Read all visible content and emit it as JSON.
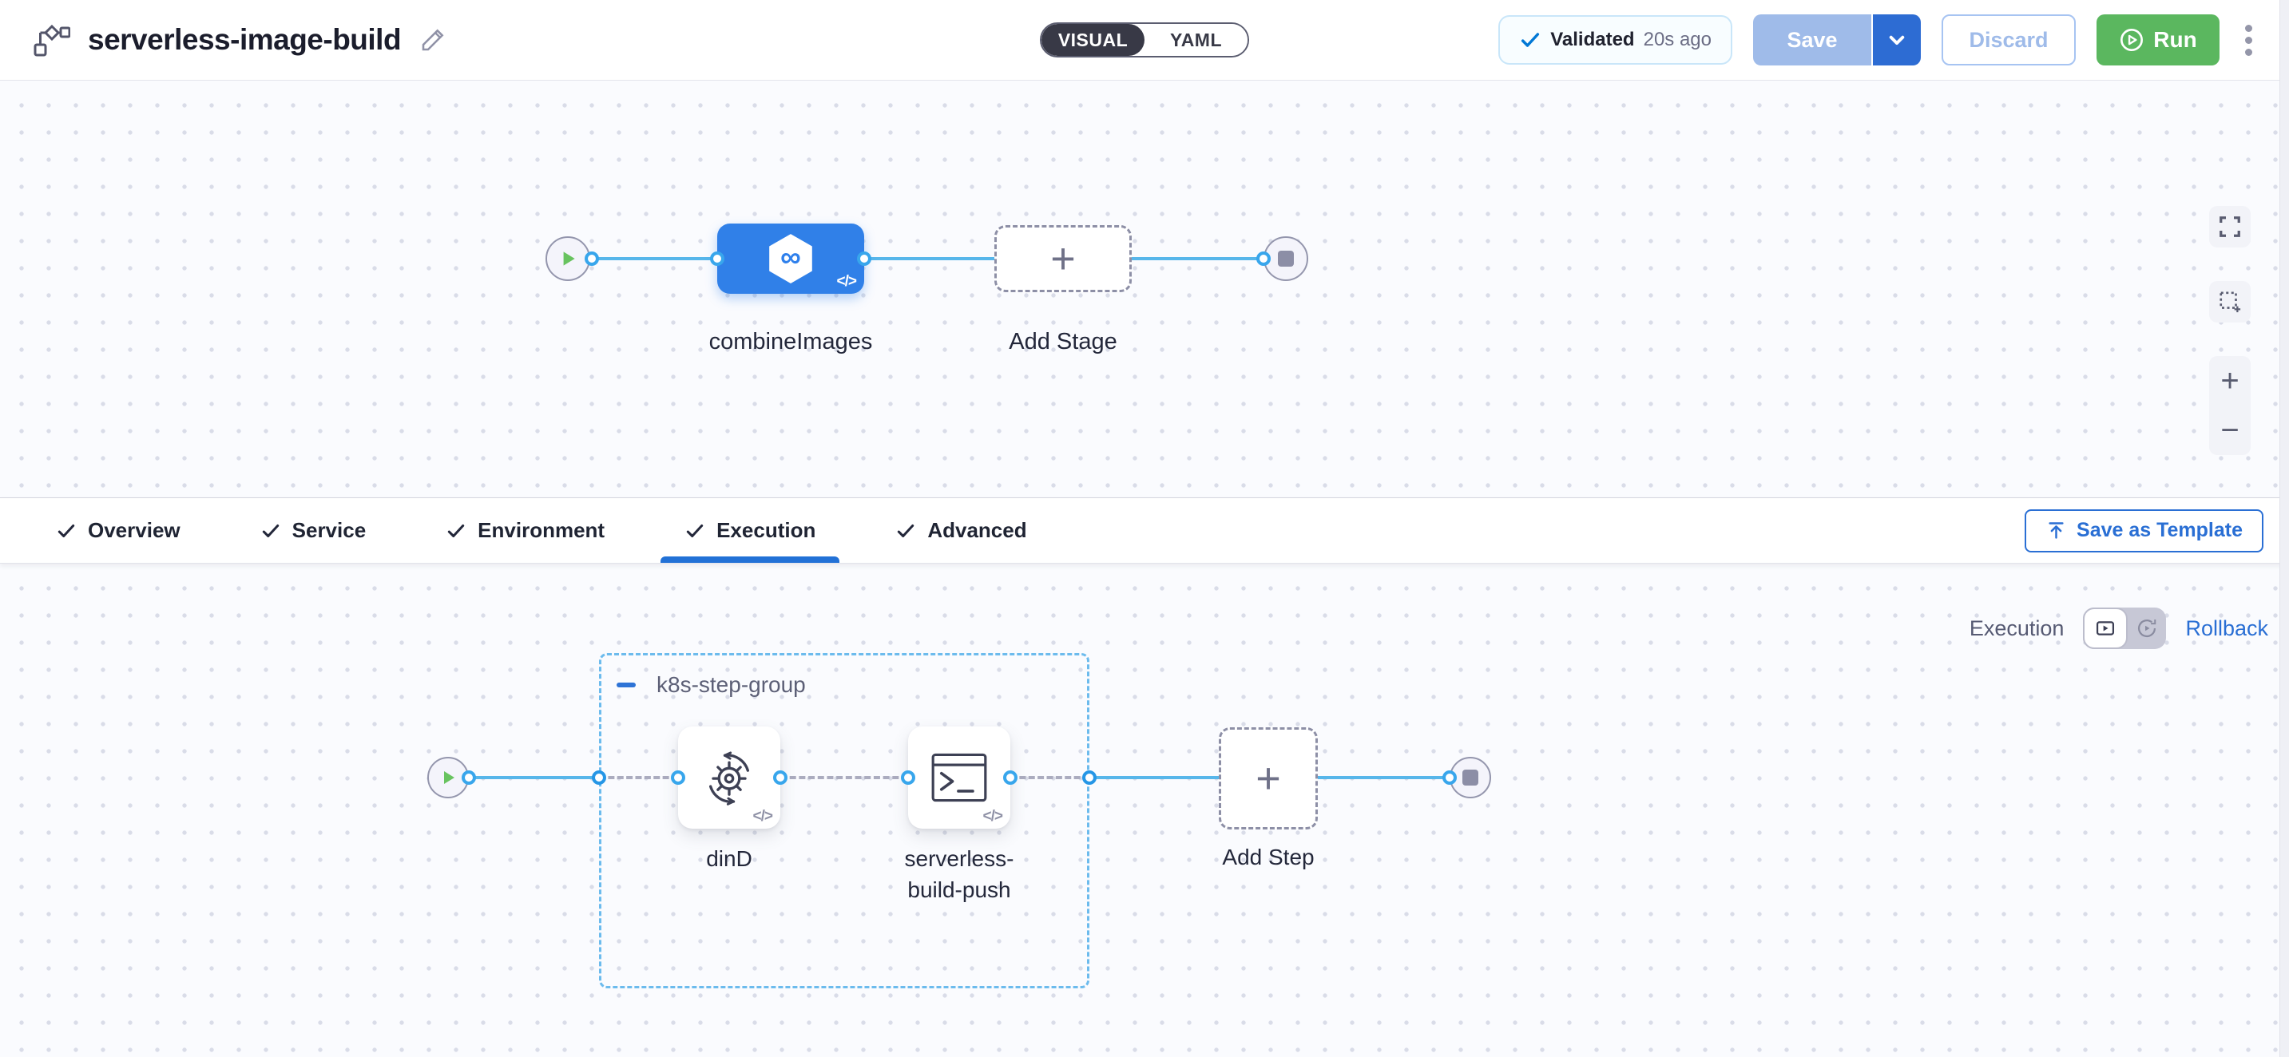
{
  "header": {
    "title": "serverless-image-build",
    "mode": {
      "visual": "VISUAL",
      "yaml": "YAML",
      "selected": "VISUAL"
    },
    "validated": {
      "label": "Validated",
      "time": "20s ago"
    },
    "save": "Save",
    "discard": "Discard",
    "run": "Run"
  },
  "stage_canvas": {
    "stage_label": "combineImages",
    "add_stage_label": "Add Stage"
  },
  "tabs": {
    "items": [
      {
        "label": "Overview"
      },
      {
        "label": "Service"
      },
      {
        "label": "Environment"
      },
      {
        "label": "Execution"
      },
      {
        "label": "Advanced"
      }
    ],
    "active": "Execution",
    "save_as_template": "Save as Template"
  },
  "execution": {
    "view_label": "Execution",
    "rollback_label": "Rollback",
    "group_label": "k8s-step-group",
    "steps": [
      {
        "label": "dinD"
      },
      {
        "label": "serverless-build-push"
      }
    ],
    "add_step_label": "Add Step"
  },
  "icons": {
    "plus": "+",
    "minus": "−",
    "code": "</>",
    "infinity": "∞"
  },
  "colors": {
    "primary_blue": "#2a6fd4",
    "node_blue": "#3080e8",
    "line_blue": "#57b6ea",
    "run_green": "#5bb75f",
    "validated_check": "#0278d5",
    "tab_underline": "#2271d6",
    "toggle_dark": "#383946"
  }
}
